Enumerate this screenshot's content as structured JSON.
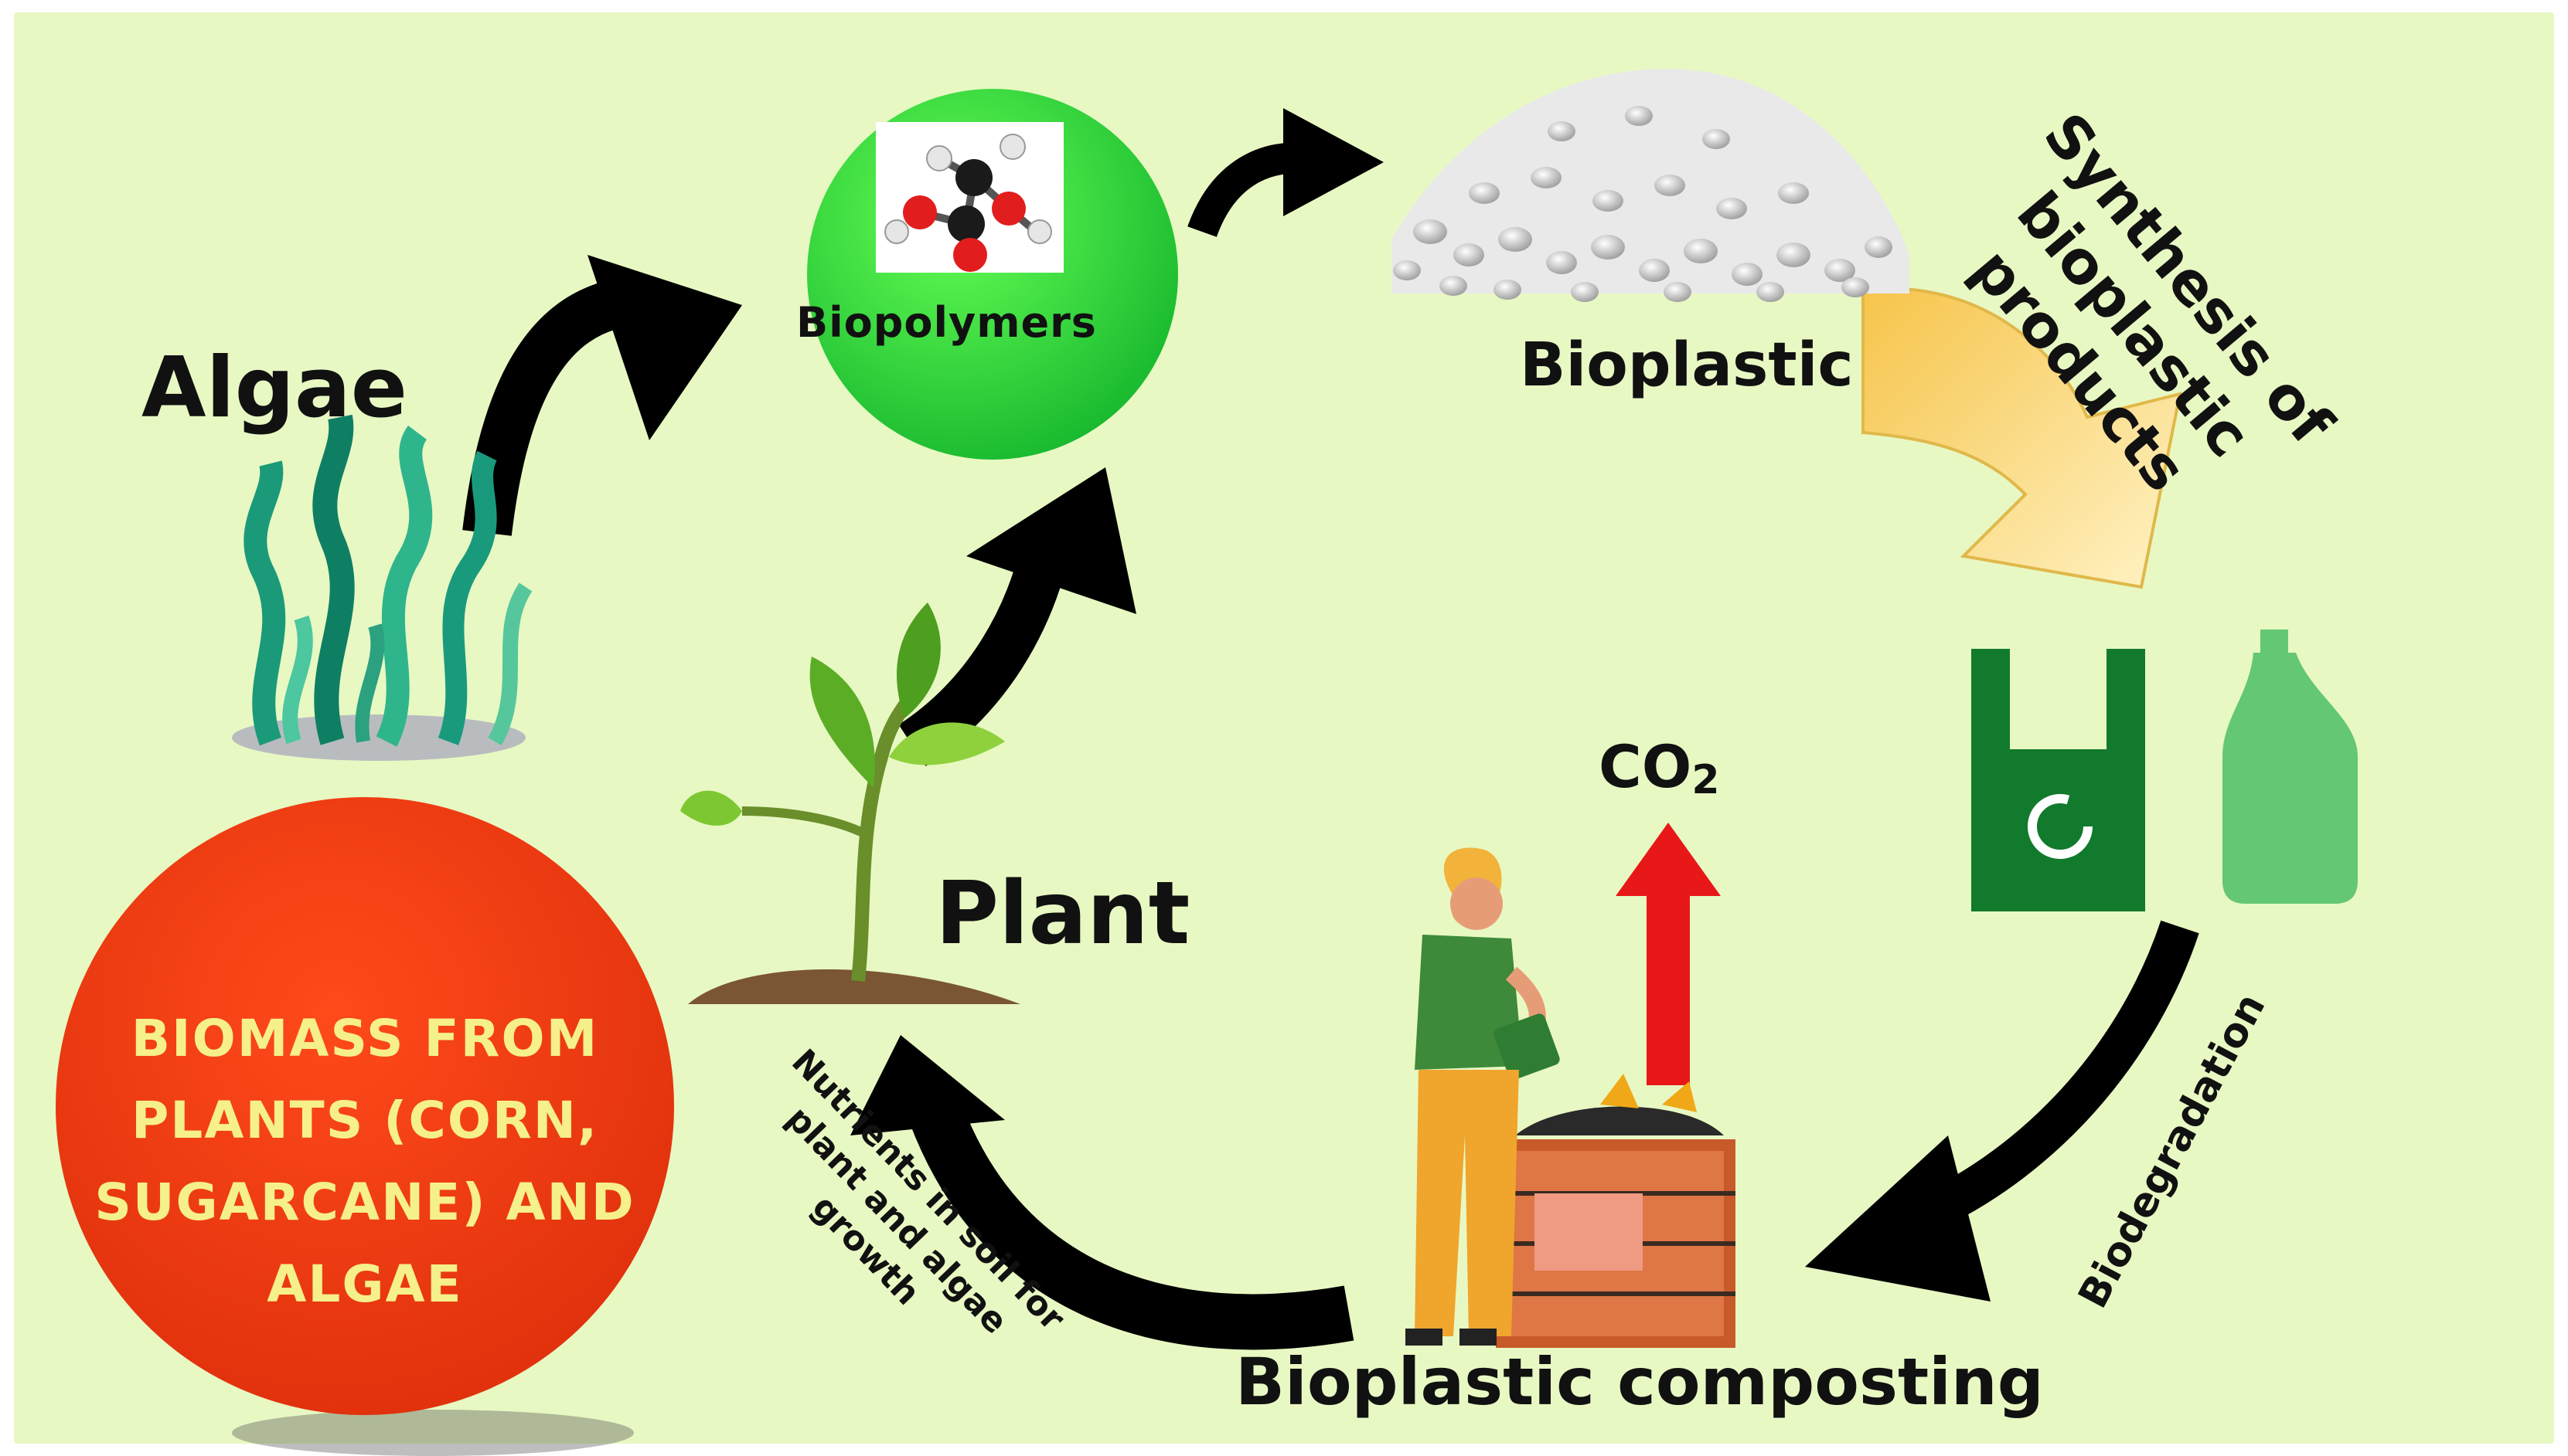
{
  "labels": {
    "algae": "Algae",
    "plant": "Plant",
    "biopolymers": "Biopolymers",
    "bioplastic": "Bioplastic",
    "synthesis": "Synthesis of bioplastic products",
    "biodegradation": "Biodegradation",
    "composting": "Bioplastic composting",
    "co2_main": "CO",
    "co2_sub": "2",
    "nutrients": "Nutrients in soil for plant and algae growth",
    "biomass": "BIOMASS FROM PLANTS (CORN, SUGARCANE) AND ALGAE"
  },
  "colors": {
    "background": "#e8f8c3",
    "cycle_arrows": "#000000",
    "biopolymer_circle": "#22c53a",
    "biomass_circle": "#ef3d14",
    "biomass_text": "#f6f08a",
    "synthesis_arrow": "#f3d77a",
    "co2_arrow": "#e81818",
    "bag": "#127a2c",
    "bottle": "#63c774"
  },
  "icons": [
    "molecule-icon",
    "seaweed-icon",
    "sprout-icon",
    "pellets-icon",
    "bag-icon",
    "bottle-icon",
    "compost-bin-icon",
    "person-icon"
  ]
}
